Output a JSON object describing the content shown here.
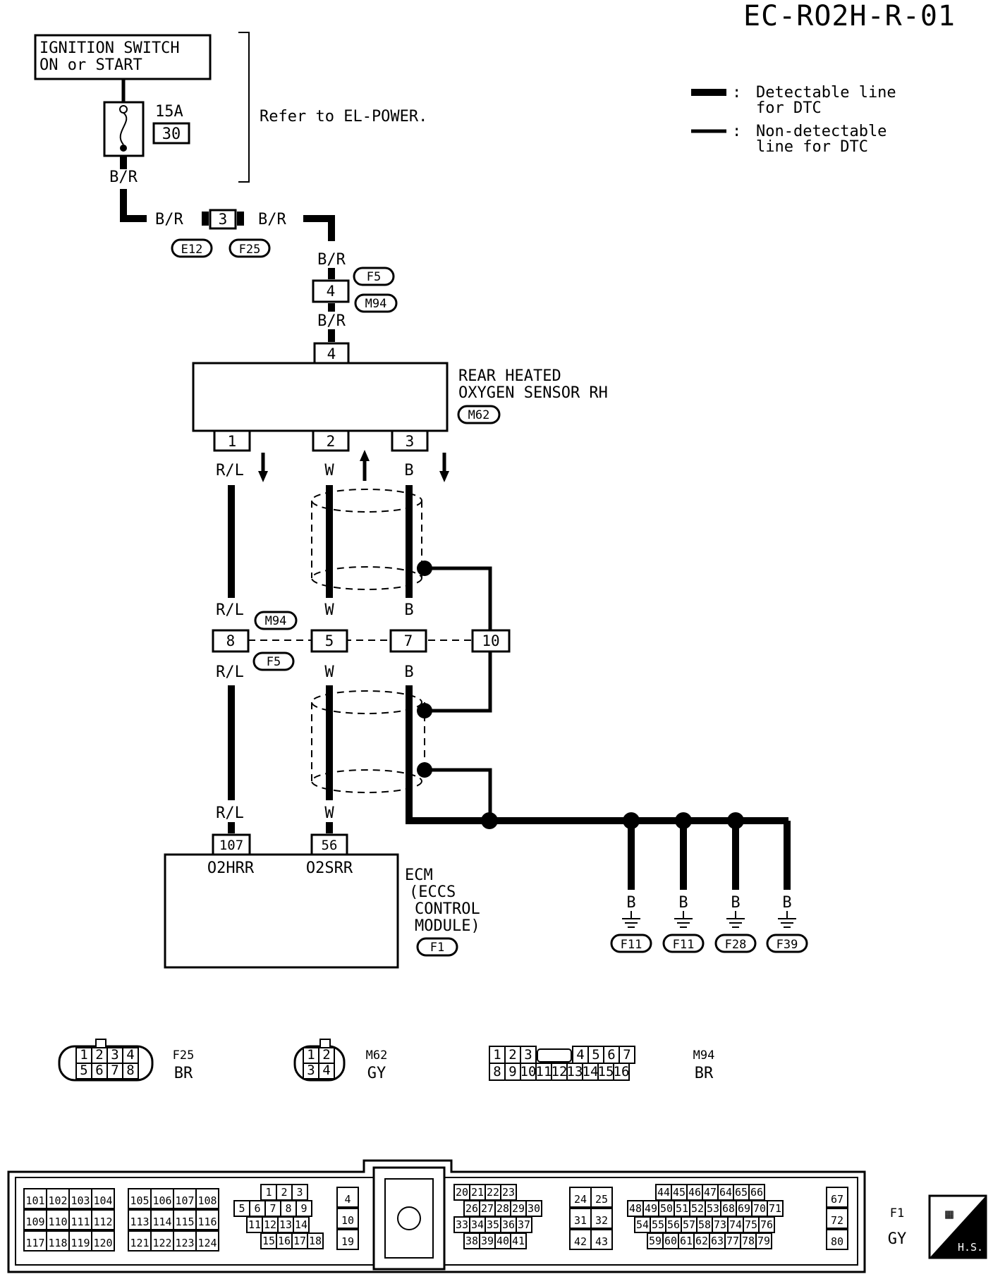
{
  "page_id": "EC-RO2H-R-01",
  "legend": {
    "detectable": [
      "Detectable line",
      "for DTC"
    ],
    "nondetectable": [
      "Non-detectable",
      "line for DTC"
    ]
  },
  "ignition": {
    "line1": "IGNITION SWITCH",
    "line2": "ON or START"
  },
  "fuse": {
    "rating": "15A",
    "number": "30"
  },
  "refer": "Refer to EL-POWER.",
  "sensor": {
    "name1": "REAR HEATED",
    "name2": "OXYGEN SENSOR RH",
    "connector": "M62"
  },
  "ecm": {
    "name": [
      "ECM",
      "(ECCS",
      "CONTROL",
      "MODULE)"
    ],
    "connector": "F1",
    "pin1_label": "O2HRR",
    "pin2_label": "O2SRR"
  },
  "wires": {
    "br": "B/R",
    "rl": "R/L",
    "w": "W",
    "b": "B"
  },
  "pins": {
    "j3": "3",
    "j4": "4",
    "s4": "4",
    "s1": "1",
    "s2": "2",
    "s3": "3",
    "m8": "8",
    "m5": "5",
    "m7": "7",
    "m10": "10",
    "e107": "107",
    "e56": "56"
  },
  "connectors": {
    "e12": "E12",
    "f25": "F25",
    "f5": "F5",
    "m94": "M94",
    "m62": "M62",
    "f1": "F1"
  },
  "grounds": [
    "F11",
    "F11",
    "F28",
    "F39"
  ],
  "views": {
    "f25": {
      "id": "F25",
      "color": "BR",
      "row1": [
        "1",
        "2",
        "3",
        "4"
      ],
      "row2": [
        "5",
        "6",
        "7",
        "8"
      ]
    },
    "m62": {
      "id": "M62",
      "color": "GY",
      "row1": [
        "1",
        "2"
      ],
      "row2": [
        "3",
        "4"
      ]
    },
    "m94": {
      "id": "M94",
      "color": "BR",
      "row1": [
        "1",
        "2",
        "3",
        "",
        "4",
        "5",
        "6",
        "7"
      ],
      "row2": [
        "8",
        "9",
        "10",
        "11",
        "12",
        "13",
        "14",
        "15",
        "16"
      ]
    }
  },
  "ecm_connector": {
    "id": "F1",
    "color": "GY",
    "badge": "H.S.",
    "blocks": [
      {
        "rows": [
          [
            "101",
            "102",
            "103",
            "104"
          ],
          [
            "109",
            "110",
            "111",
            "112"
          ],
          [
            "117",
            "118",
            "119",
            "120"
          ]
        ]
      },
      {
        "rows": [
          [
            "105",
            "106",
            "107",
            "108"
          ],
          [
            "113",
            "114",
            "115",
            "116"
          ],
          [
            "121",
            "122",
            "123",
            "124"
          ]
        ]
      },
      {
        "rows": [
          [
            "1",
            "2",
            "3"
          ],
          [
            "5",
            "6",
            "7",
            "8",
            "9"
          ],
          [
            "11",
            "12",
            "13",
            "14"
          ],
          [
            "15",
            "16",
            "17",
            "18"
          ]
        ]
      },
      {
        "rows": [
          [
            "4"
          ],
          [
            "10"
          ],
          [
            "19"
          ]
        ]
      },
      {
        "rows": [
          [
            "20",
            "21",
            "22",
            "23"
          ],
          [
            "26",
            "27",
            "28",
            "29",
            "30"
          ],
          [
            "33",
            "34",
            "35",
            "36",
            "37"
          ],
          [
            "38",
            "39",
            "40",
            "41"
          ]
        ]
      },
      {
        "rows": [
          [
            "24",
            "25"
          ],
          [
            "31",
            "32"
          ],
          [
            "42",
            "43"
          ]
        ]
      },
      {
        "rows": [
          [
            "44",
            "45",
            "46",
            "47",
            "64",
            "65",
            "66"
          ],
          [
            "48",
            "49",
            "50",
            "51",
            "52",
            "53",
            "68",
            "69",
            "70",
            "71"
          ],
          [
            "54",
            "55",
            "56",
            "57",
            "58",
            "73",
            "74",
            "75",
            "76"
          ],
          [
            "59",
            "60",
            "61",
            "62",
            "63",
            "77",
            "78",
            "79"
          ]
        ]
      },
      {
        "rows": [
          [
            "67"
          ],
          [
            "72"
          ],
          [
            "80"
          ]
        ]
      }
    ]
  }
}
